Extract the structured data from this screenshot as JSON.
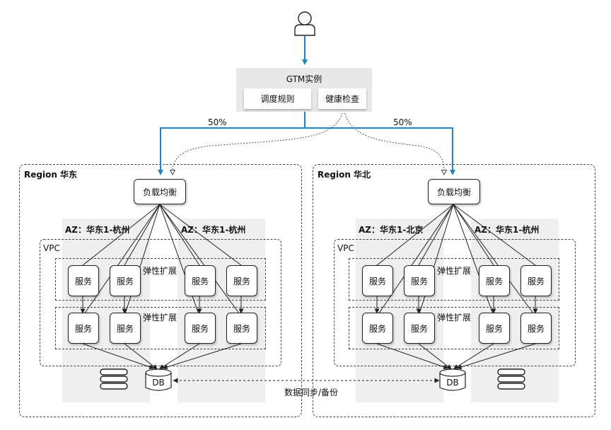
{
  "gtm": {
    "title": "GTM实例",
    "rule_label": "调度规则",
    "health_label": "健康检查"
  },
  "traffic": {
    "left_pct": "50%",
    "right_pct": "50%"
  },
  "regions": {
    "east": {
      "title": "Region 华东",
      "lb_label": "负载均衡",
      "az_left": "AZ：华东1-杭州",
      "az_right": "AZ：华东1-杭州",
      "vpc_label": "VPC",
      "scale_label_top": "弹性扩展",
      "scale_label_bottom": "弹性扩展",
      "service_label": "服务",
      "db_label": "DB"
    },
    "north": {
      "title": "Region 华北",
      "lb_label": "负载均衡",
      "az_left": "AZ：华东1-北京",
      "az_right": "AZ：华东1-杭州",
      "vpc_label": "VPC",
      "scale_label_top": "弹性扩展",
      "scale_label_bottom": "弹性扩展",
      "service_label": "服务",
      "db_label": "DB"
    }
  },
  "sync_label": "数据同步/备份",
  "colors": {
    "traffic_blue": "#1d84c6",
    "panel_gray": "#efefef",
    "line_dark": "#222222"
  }
}
